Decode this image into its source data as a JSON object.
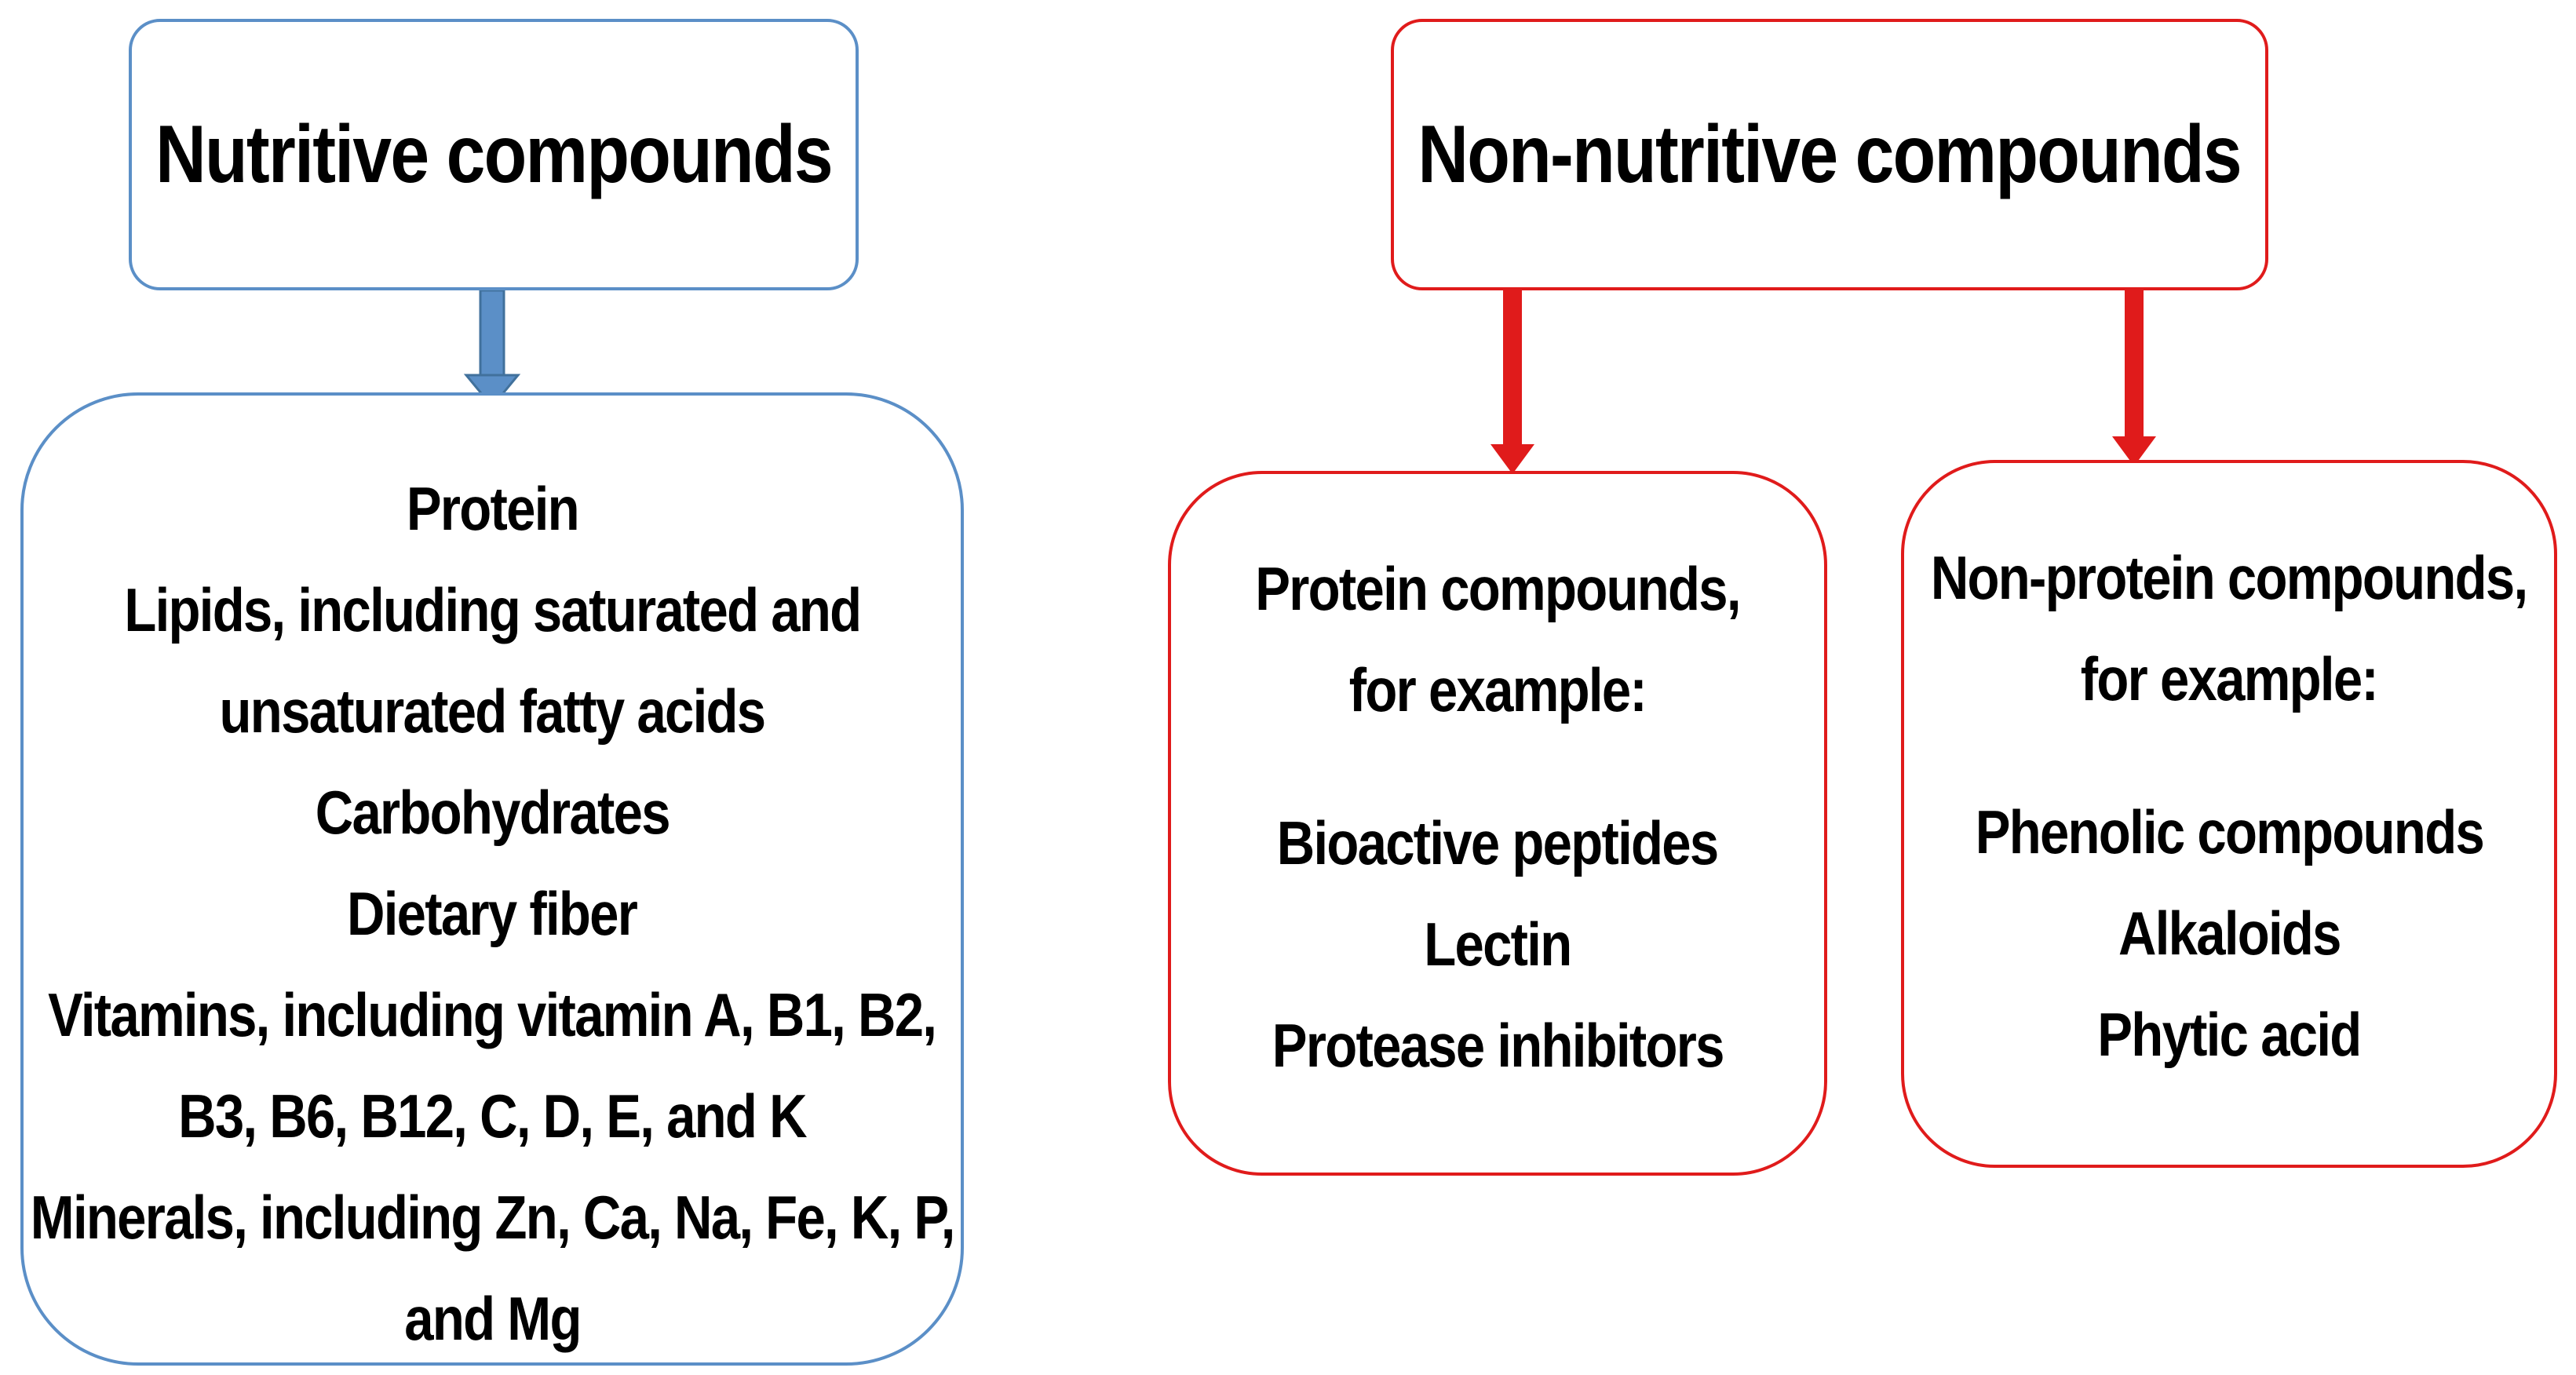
{
  "nutritive": {
    "title": "Nutritive compounds",
    "items": [
      "Protein",
      "Lipids, including saturated and",
      "unsaturated fatty acids",
      "Carbohydrates",
      "Dietary fiber",
      "Vitamins, including vitamin A, B1, B2,",
      "B3, B6, B12, C, D, E, and K",
      "Minerals, including Zn, Ca, Na, Fe, K, P,",
      "and Mg"
    ]
  },
  "non_nutritive": {
    "title": "Non-nutritive compounds",
    "protein_compounds": {
      "intro_1": "Protein compounds,",
      "intro_2": "for example:",
      "items": [
        "Bioactive peptides",
        "Lectin",
        "Protease inhibitors"
      ]
    },
    "non_protein_compounds": {
      "intro_1": "Non-protein compounds,",
      "intro_2": "for example:",
      "items": [
        "Phenolic compounds",
        "Alkaloids",
        "Phytic acid"
      ]
    }
  },
  "colors": {
    "nutritive_accent": "#5b8fc7",
    "non_nutritive_accent": "#e01b1b"
  }
}
